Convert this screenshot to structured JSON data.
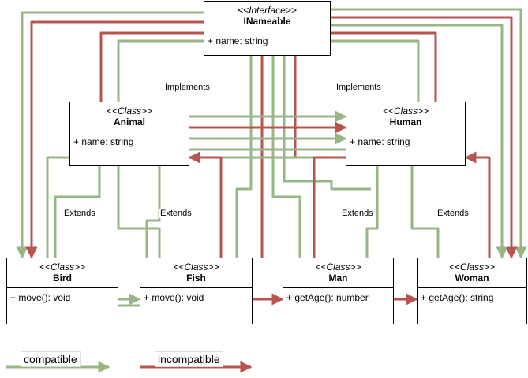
{
  "colors": {
    "compatible": "#97b585",
    "incompatible": "#b85450"
  },
  "classes": {
    "inameable": {
      "stereotype": "<<Interface>>",
      "name": "INameable",
      "member": "+ name: string"
    },
    "animal": {
      "stereotype": "<<Class>>",
      "name": "Animal",
      "member": "+ name: string"
    },
    "human": {
      "stereotype": "<<Class>>",
      "name": "Human",
      "member": "+ name: string"
    },
    "bird": {
      "stereotype": "<<Class>>",
      "name": "Bird",
      "member": "+ move(): void"
    },
    "fish": {
      "stereotype": "<<Class>>",
      "name": "Fish",
      "member": "+ move(): void"
    },
    "man": {
      "stereotype": "<<Class>>",
      "name": "Man",
      "member": "+ getAge(): number"
    },
    "woman": {
      "stereotype": "<<Class>>",
      "name": "Woman",
      "member": "+ getAge(): string"
    }
  },
  "relations": {
    "implements_left": "Implements",
    "implements_right": "Implements",
    "extends_bird": "Extends",
    "extends_fish": "Extends",
    "extends_man": "Extends",
    "extends_woman": "Extends"
  },
  "legend": {
    "compatible": "compatible",
    "incompatible": "incompatible"
  }
}
